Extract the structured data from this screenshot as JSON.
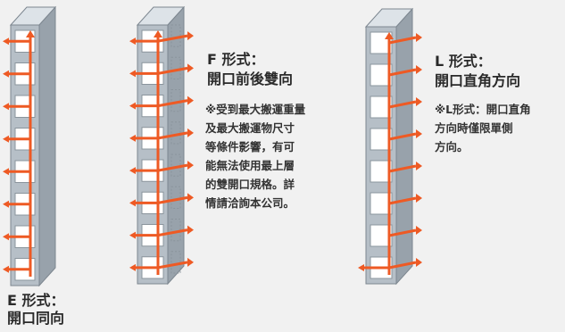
{
  "colors": {
    "background": "#f1f1f1",
    "shaft_front": "#b6bfc7",
    "shaft_side": "#98a2ab",
    "shaft_top": "#dde3e8",
    "window": "#ffffff",
    "arrow": "#ee5a24"
  },
  "diagrams": [
    {
      "id": "E",
      "title_line1": "E 形式：",
      "title_line2": "開口同向",
      "levels": 8,
      "openings": "front-same-side"
    },
    {
      "id": "F",
      "title_line1": "F 形式：",
      "title_line2": "開口前後雙向",
      "note": "※受到最大搬運重量\n  及最大搬運物尺寸\n  等條件影響，有可\n  能無法使用最上層\n  的雙開口規格。詳\n  情請洽詢本公司。",
      "levels": 8,
      "openings": "front-and-back"
    },
    {
      "id": "L",
      "title_line1": "L 形式：",
      "title_line2": "開口直角方向",
      "note": "※L形式：開口直角\n  方向時僅限單側\n  方向。",
      "levels": 8,
      "openings": "right-angle"
    }
  ]
}
